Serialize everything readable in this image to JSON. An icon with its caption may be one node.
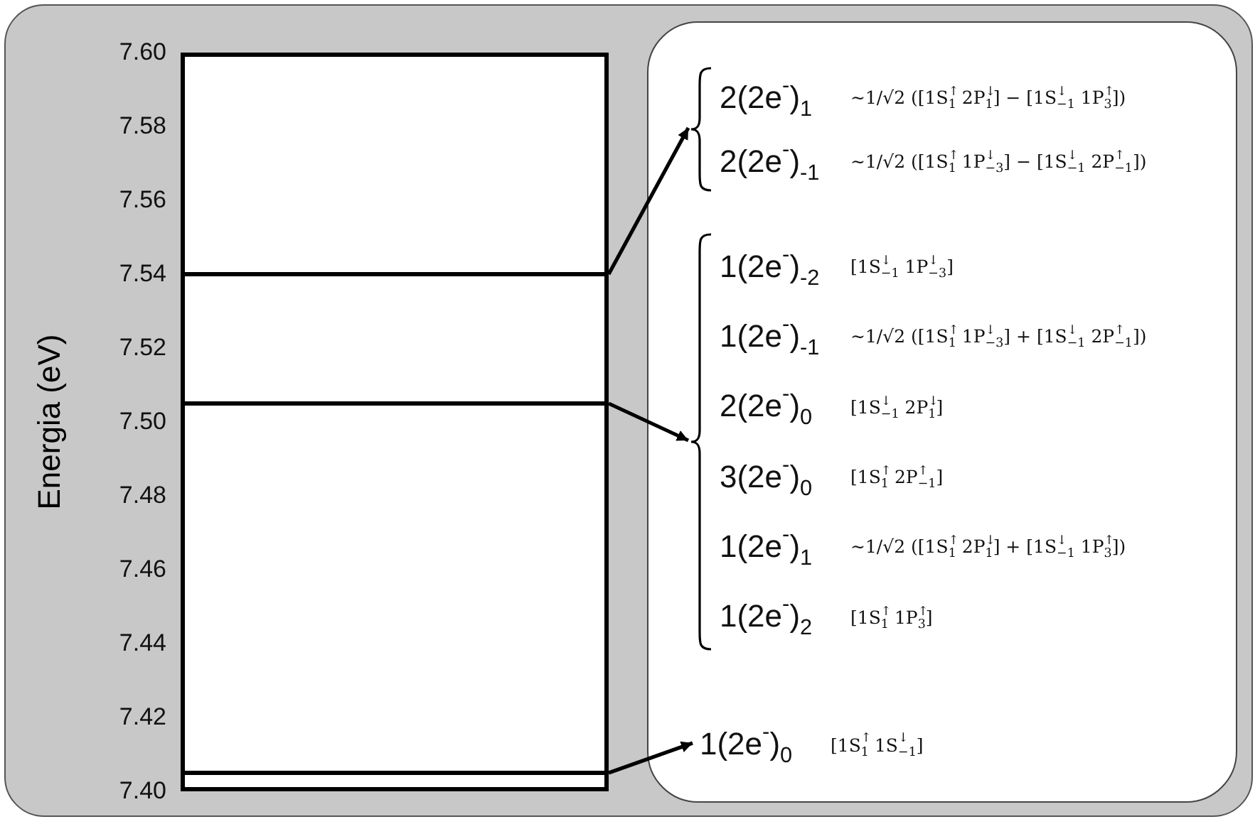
{
  "diagram": {
    "nodes": [
      {
        "text": [],
        "shape": "bar"
      },
      {
        "text": [],
        "shape": "bar"
      },
      {
        "text": [],
        "shape": "bar"
      },
      {
        "text": [],
        "shape": "box"
      },
      {
        "text": [
          "2(2e$^{-}$)$_{1}$",
          "~1/√2 ([1S$^{↑}$$_{1}$ 2P$^{↓}$$_{1}$] − [1S$^{↓}$$_{−1}$ 1P$^{↑}$$_{3}$])",
          "2(2e$^{-}$)$_{-1}$",
          "~1/√2 ([1S$^{↑}$$_{1}$ 1P$^{↓}$$_{−3}$] − [1S$^{↓}$$_{−1}$ 2P$^{↑}$$_{−1}$])"
        ],
        "in": 3
      },
      {
        "text": [
          "1(2e$^{-}$)$_{-2}$",
          "[1S$^{↓}$$_{−1}$ 1P$^{↓}$$_{−3}$]",
          "1(2e$^{-}$)$_{-1}$",
          "~1/√2 ([1S$^{↑}$$_{1}$ 1P$^{↓}$$_{−3}$] + [1S$^{↓}$$_{−1}$ 2P$^{↑}$$_{−1}$])",
          "2(2e$^{-}$)$_{0}$",
          "[1S$^{↓}$$_{−1}$ 2P$^{↓}$$_{1}$]",
          "3(2e$^{-}$)$_{0}$",
          "[1S$^{↑}$$_{1}$ 2P$^{↑}$$_{−1}$]",
          "1(2e$^{-}$)$_{1}$",
          "~1/√2 ([1S$^{↑}$$_{1}$ 2P$^{↓}$$_{1}$] + [1S$^{↓}$$_{−1}$ 1P$^{↑}$$_{3}$])",
          "1(2e$^{-}$)$_{2}$",
          "[1S$^{↑}$$_{1}$ 1P$^{↑}$$_{3}$]"
        ],
        "in": 3
      },
      {
        "text": [
          "1(2e$^{-}$)$_{0}$",
          "[1S$^{↑}$$_{1}$ 1S$^{↓}$$_{−1}$]"
        ],
        "in": 3
      }
    ],
    "edges": [
      {
        "from": 0,
        "to": 4,
        "arrow": "to"
      },
      {
        "from": 1,
        "to": 5,
        "arrow": "to"
      },
      {
        "from": 2,
        "to": 6,
        "arrow": "to"
      }
    ],
    "labels": [
      "Energia (eV)",
      "7.60",
      "7.58",
      "7.56",
      "7.54",
      "7.52",
      "7.50",
      "7.48",
      "7.46",
      "7.44",
      "7.42",
      "7.40"
    ]
  }
}
